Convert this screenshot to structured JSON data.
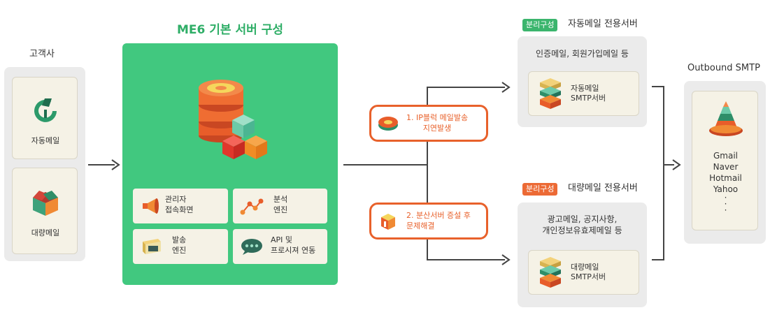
{
  "customer": {
    "title": "고객사",
    "auto_label": "자동메일",
    "bulk_label": "대량메일"
  },
  "me6": {
    "title": "ME6 기본 서버 구성",
    "features": [
      {
        "label": "관리자\n접속화면"
      },
      {
        "label": "분석\n엔진"
      },
      {
        "label": "발송\n엔진"
      },
      {
        "label": "API 및\n프로시져 연동"
      }
    ]
  },
  "issues": [
    {
      "label": "1. IP블럭 메일발송\n지연발생"
    },
    {
      "label": "2. 분산서버 증설 후\n문제해결"
    }
  ],
  "auto_server": {
    "tag": "분리구성",
    "title": "자동메일 전용서버",
    "desc": "인증메일, 회원가입메일 등",
    "card_label": "자동메일\nSMTP서버"
  },
  "bulk_server": {
    "tag": "분리구성",
    "title": "대량메일 전용서버",
    "desc": "광고메일, 공지사항,\n개인정보유효제메일 등",
    "card_label": "대량메일\nSMTP서버"
  },
  "outbound": {
    "title": "Outbound SMTP",
    "list": [
      "Gmail",
      "Naver",
      "Hotmail",
      "Yahoo",
      "·",
      "·",
      "·"
    ]
  },
  "colors": {
    "green": "#41c87f",
    "orange": "#e8612b",
    "tag_green": "#3bb56d",
    "tag_orange": "#ec6a35"
  }
}
